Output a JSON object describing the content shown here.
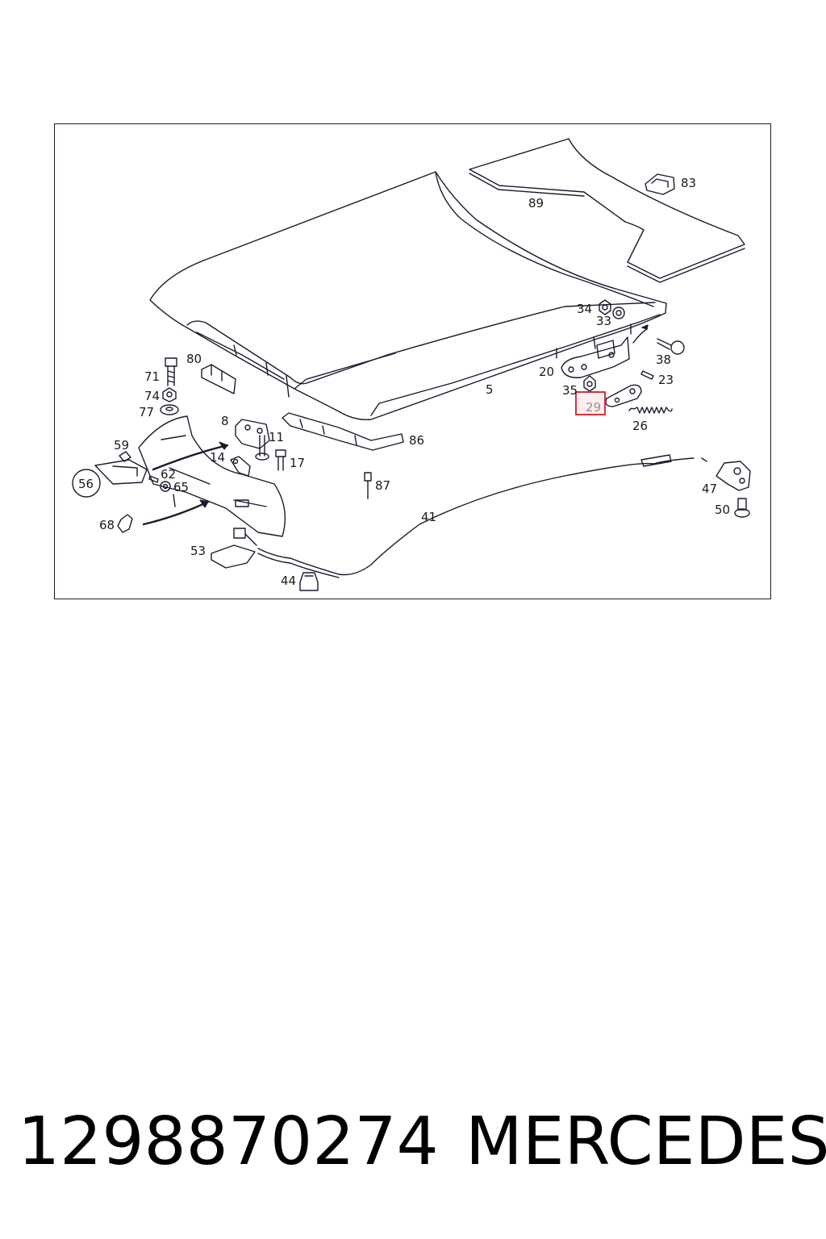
{
  "diagram": {
    "callouts": [
      "83",
      "89",
      "34",
      "33",
      "38",
      "20",
      "23",
      "5",
      "35",
      "29",
      "26",
      "71",
      "80",
      "74",
      "77",
      "8",
      "11",
      "86",
      "59",
      "14",
      "17",
      "56",
      "62",
      "65",
      "87",
      "47",
      "41",
      "50",
      "68",
      "53",
      "44"
    ],
    "highlighted_callout": "29",
    "colors": {
      "line": "#1a1a2e",
      "highlight_border": "#d9303c",
      "highlight_fill": "#fdeff0"
    }
  },
  "caption": {
    "part_number": "1298870274",
    "brand": "MERCEDES"
  }
}
